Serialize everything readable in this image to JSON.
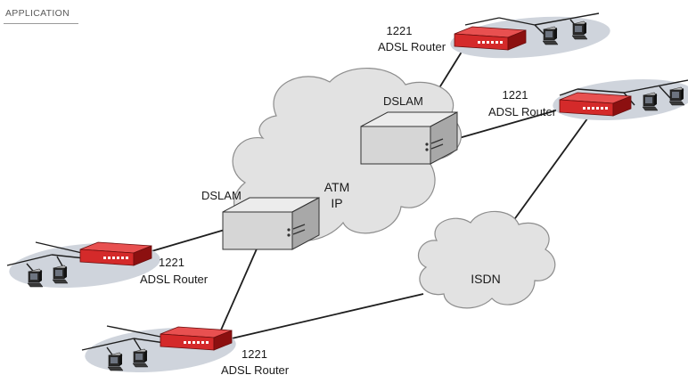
{
  "header": {
    "title": "APPLICATION"
  },
  "diagram": {
    "routers": [
      {
        "model": "1221",
        "name": "ADSL Router"
      },
      {
        "model": "1221",
        "name": "ADSL Router"
      },
      {
        "model": "1221",
        "name": "ADSL Router"
      },
      {
        "model": "1221",
        "name": "ADSL Router"
      }
    ],
    "dslams": [
      {
        "label": "DSLAM"
      },
      {
        "label": "DSLAM"
      }
    ],
    "clouds": {
      "atm": {
        "line1": "ATM",
        "line2": "IP"
      },
      "isdn": {
        "label": "ISDN"
      }
    },
    "colors": {
      "router": "#d42a2a",
      "router_dark": "#8c1010",
      "cloud_fill": "#e2e2e2",
      "dslam_face": "#d6d6d6",
      "lan_shadow": "#cfd4dc"
    }
  }
}
